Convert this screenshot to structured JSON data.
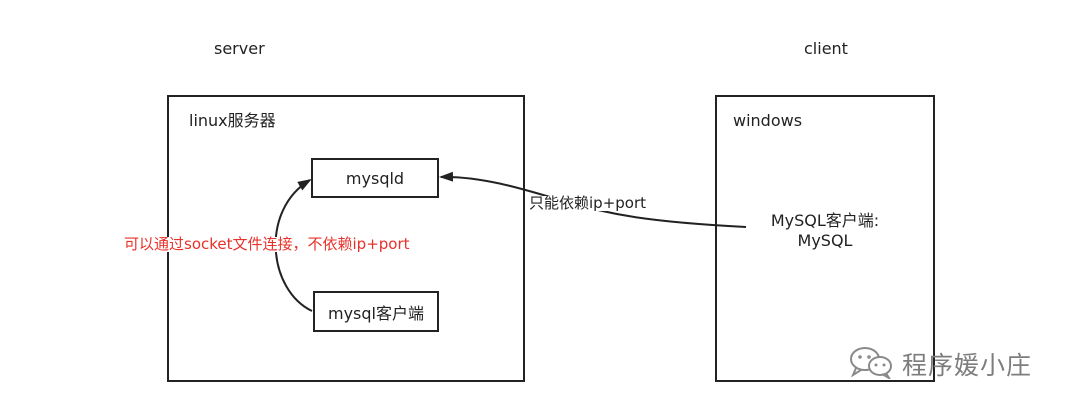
{
  "labels": {
    "server": "server",
    "client": "client",
    "linux_box": "linux服务器",
    "windows_box": "windows",
    "mysqld": "mysqld",
    "mysql_client": "mysql客户端",
    "local_note": "可以通过socket文件连接，不依赖ip+port",
    "remote_note": "只能依赖ip+port",
    "client_app_line1": "MySQL客户端:",
    "client_app_line2": "MySQL"
  },
  "watermark": {
    "icon": "wechat-icon",
    "text": "程序媛小庄"
  },
  "colors": {
    "line": "#222222",
    "note_red": "#e8312a",
    "watermark": "#7d7d7d"
  }
}
